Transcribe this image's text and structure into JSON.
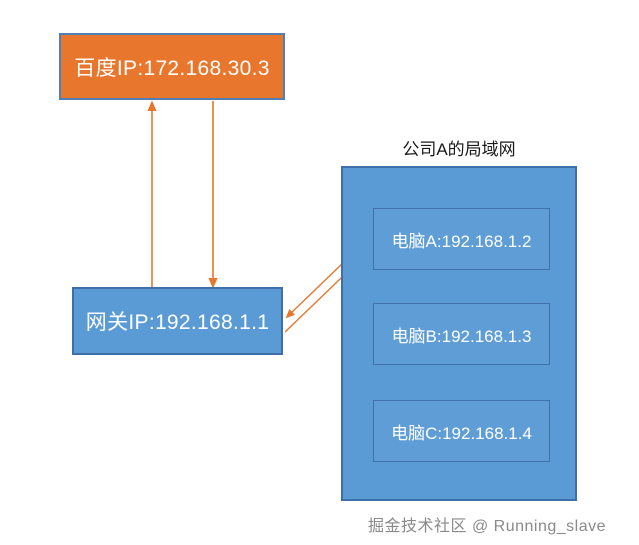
{
  "diagram": {
    "type": "network-topology",
    "background_color": "#ffffff",
    "accent_orange": "#E8762C",
    "accent_blue": "#5B9BD5",
    "border_blue": "#3D6FA8",
    "nodes": {
      "baidu": {
        "label": "百度IP:172.168.30.3",
        "fill": "#E8762C",
        "text_color": "#ffffff"
      },
      "gateway": {
        "label": "网关IP:192.168.1.1",
        "fill": "#5B9BD5",
        "text_color": "#ffffff"
      },
      "lan": {
        "title": "公司A的局域网",
        "fill": "#5B9BD5",
        "hosts": [
          {
            "label": "电脑A:192.168.1.2"
          },
          {
            "label": "电脑B:192.168.1.3"
          },
          {
            "label": "电脑C:192.168.1.4"
          }
        ]
      }
    },
    "connections": [
      {
        "name": "gateway-to-baidu-uplink",
        "from": "gateway",
        "to": "baidu",
        "direction": "up",
        "color": "#E8762C"
      },
      {
        "name": "baidu-to-gateway-downlink",
        "from": "baidu",
        "to": "gateway",
        "direction": "down",
        "color": "#E8762C"
      },
      {
        "name": "host-a-to-gateway",
        "from": "host-a",
        "to": "gateway",
        "direction": "down-left",
        "color": "#E8762C"
      },
      {
        "name": "gateway-to-host-a",
        "from": "gateway",
        "to": "host-a",
        "direction": "up-right",
        "color": "#E8762C"
      }
    ],
    "watermark": "掘金技术社区 @ Running_slave"
  }
}
